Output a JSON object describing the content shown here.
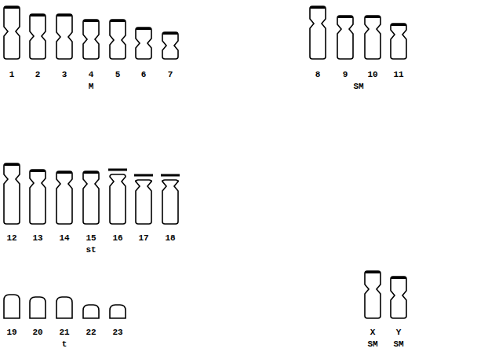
{
  "diagram": {
    "labels": [
      "1",
      "2",
      "3",
      "4",
      "5",
      "6",
      "7",
      "M",
      "8",
      "9",
      "10",
      "11",
      "SM",
      "12",
      "13",
      "14",
      "15",
      "16",
      "17",
      "18",
      "st",
      "19",
      "20",
      "21",
      "22",
      "23",
      "t",
      "X",
      "Y",
      "SM",
      "SM"
    ]
  }
}
